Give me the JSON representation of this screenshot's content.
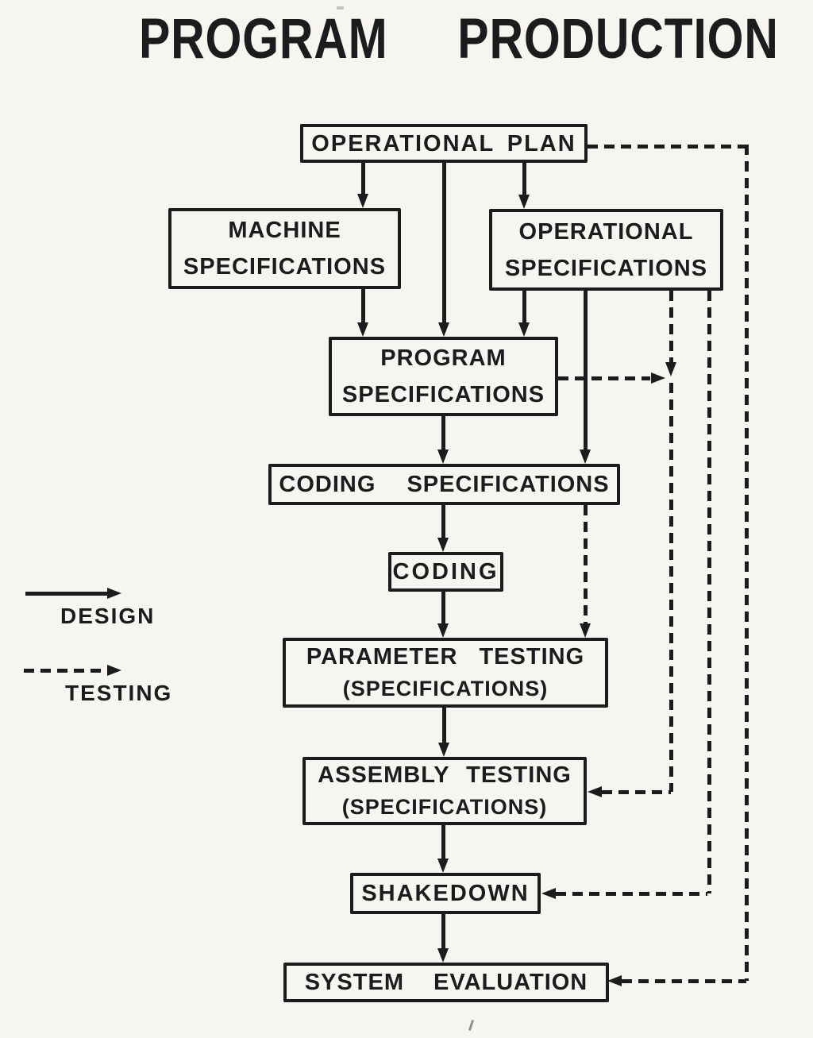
{
  "title": "PROGRAM PRODUCTION",
  "colors": {
    "ink": "#1c1c1c",
    "paper": "#f6f5f1"
  },
  "legend": {
    "design": "DESIGN",
    "testing": "TESTING"
  },
  "nodes": {
    "operational_plan": {
      "lines": [
        "OPERATIONAL PLAN"
      ]
    },
    "machine_specifications": {
      "lines": [
        "MACHINE",
        "SPECIFICATIONS"
      ]
    },
    "operational_specifications": {
      "lines": [
        "OPERATIONAL",
        "SPECIFICATIONS"
      ]
    },
    "program_specifications": {
      "lines": [
        "PROGRAM",
        "SPECIFICATIONS"
      ]
    },
    "coding_specifications": {
      "lines": [
        "CODING SPECIFICATIONS"
      ]
    },
    "coding": {
      "lines": [
        "CODING"
      ]
    },
    "parameter_testing": {
      "lines": [
        "PARAMETER TESTING",
        "(SPECIFICATIONS)"
      ]
    },
    "assembly_testing": {
      "lines": [
        "ASSEMBLY TESTING",
        "(SPECIFICATIONS)"
      ]
    },
    "shakedown": {
      "lines": [
        "SHAKEDOWN"
      ]
    },
    "system_evaluation": {
      "lines": [
        "SYSTEM EVALUATION"
      ]
    }
  },
  "edges": [
    {
      "from": "operational_plan",
      "to": "machine_specifications",
      "type": "design"
    },
    {
      "from": "operational_plan",
      "to": "program_specifications",
      "type": "design"
    },
    {
      "from": "operational_plan",
      "to": "operational_specifications",
      "type": "design"
    },
    {
      "from": "machine_specifications",
      "to": "program_specifications",
      "type": "design"
    },
    {
      "from": "operational_specifications",
      "to": "program_specifications",
      "type": "design"
    },
    {
      "from": "operational_specifications",
      "to": "coding_specifications",
      "type": "design"
    },
    {
      "from": "program_specifications",
      "to": "coding_specifications",
      "type": "design"
    },
    {
      "from": "coding_specifications",
      "to": "coding",
      "type": "design"
    },
    {
      "from": "coding",
      "to": "parameter_testing",
      "type": "design"
    },
    {
      "from": "parameter_testing",
      "to": "assembly_testing",
      "type": "design"
    },
    {
      "from": "assembly_testing",
      "to": "shakedown",
      "type": "design"
    },
    {
      "from": "shakedown",
      "to": "system_evaluation",
      "type": "design"
    },
    {
      "from": "program_specifications",
      "to": "assembly_testing",
      "type": "testing"
    },
    {
      "from": "operational_specifications",
      "to": "assembly_testing",
      "type": "testing"
    },
    {
      "from": "coding_specifications",
      "to": "parameter_testing",
      "type": "testing"
    },
    {
      "from": "operational_specifications",
      "to": "shakedown",
      "type": "testing"
    },
    {
      "from": "operational_plan",
      "to": "system_evaluation",
      "type": "testing"
    }
  ]
}
